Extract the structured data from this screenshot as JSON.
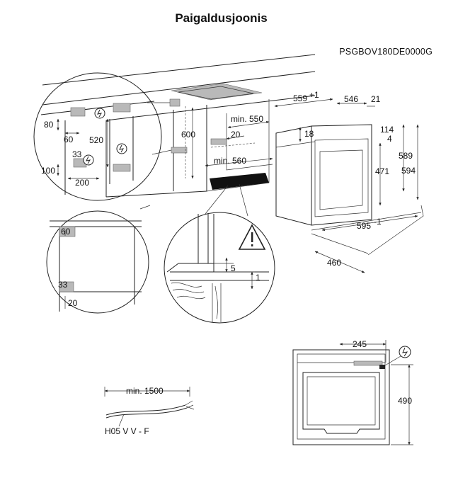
{
  "title": "Paigaldusjoonis",
  "model_code": "PSGBOV180DE0000G",
  "cabinet_dims": {
    "d80": "80",
    "d60a": "60",
    "d520": "520",
    "d33a": "33",
    "d100": "100",
    "d200": "200",
    "d600": "600",
    "min550": "min. 550",
    "d20a": "20",
    "min560": "min. 560"
  },
  "oven_dims": {
    "d559": "559",
    "d559_tol": "+1",
    "d546": "546",
    "d21": "21",
    "d18": "18",
    "d114": "114",
    "d4": "4",
    "d471": "471",
    "d589": "589",
    "d594": "594",
    "d595": "595",
    "d595_tol": "-1",
    "d460": "460"
  },
  "detail_dims": {
    "d60b": "60",
    "d33b": "33",
    "d20b": "20",
    "d5": "5",
    "d1": "1"
  },
  "cable": {
    "min1500": "min. 1500",
    "type": "H05 V V - F"
  },
  "back_dims": {
    "d245": "245",
    "d490": "490"
  },
  "icons": [
    "electric-socket-icon",
    "warning-icon"
  ]
}
